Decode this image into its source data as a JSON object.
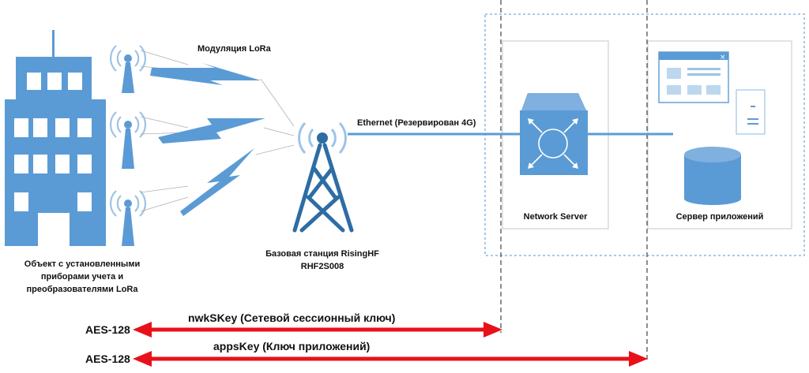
{
  "labels": {
    "lora_modulation": "Модуляция LoRa",
    "ethernet": "Ethernet (Резервирован 4G)",
    "object_line1": "Объект с установленными",
    "object_line2": "приборами учета и",
    "object_line3": "преобразователями LoRa",
    "base_station_line1": "Базовая станция RisingHF",
    "base_station_line2": "RHF2S008",
    "network_server": "Network Server",
    "app_server": "Сервер приложений"
  },
  "keys": [
    {
      "algo": "AES-128",
      "name": "nwkSKey (Сетевой сессионный ключ)"
    },
    {
      "algo": "AES-128",
      "name": "appsKey (Ключ приложений)"
    }
  ],
  "colors": {
    "blue": "#5b9bd5",
    "dark_blue": "#2e6da4",
    "light_blue": "#bdd7ee",
    "red": "#e8111a",
    "gray": "#a6a6a6",
    "dashed_box": "#9dc3e6"
  }
}
